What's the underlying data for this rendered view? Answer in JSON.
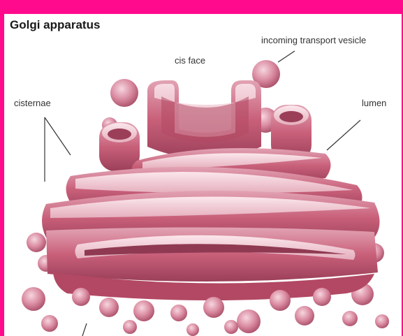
{
  "title": "Golgi apparatus",
  "labels": {
    "cis_face": "cis face",
    "incoming_vesicle": "incoming transport vesicle",
    "cisternae": "cisternae",
    "lumen": "lumen"
  },
  "colors": {
    "frame": "#ff0a8c",
    "membrane": "#c9607a",
    "membrane_dark": "#8f3a52",
    "membrane_light": "#f3c9d3",
    "lumen": "#b24863"
  }
}
